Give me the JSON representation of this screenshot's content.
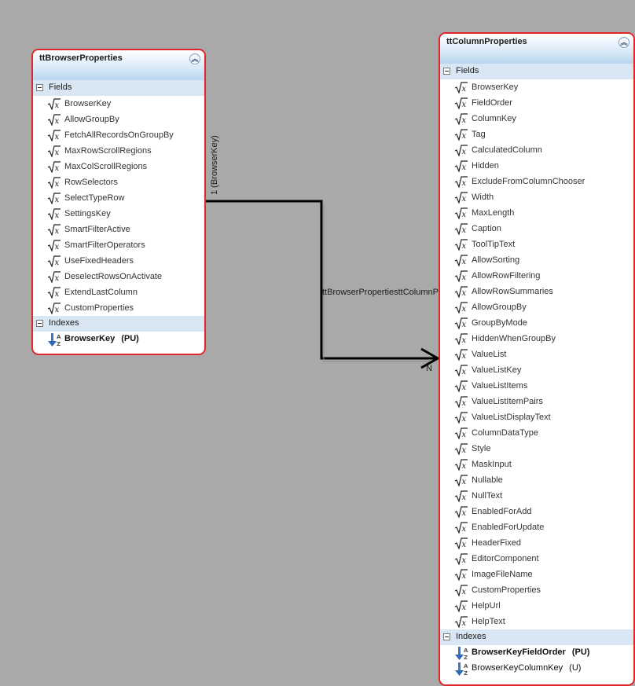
{
  "entities": [
    {
      "title": "ttBrowserProperties",
      "fields_label": "Fields",
      "indexes_label": "Indexes",
      "fields": [
        "BrowserKey",
        "AllowGroupBy",
        "FetchAllRecordsOnGroupBy",
        "MaxRowScrollRegions",
        "MaxColScrollRegions",
        "RowSelectors",
        "SelectTypeRow",
        "SettingsKey",
        "SmartFilterActive",
        "SmartFilterOperators",
        "UseFixedHeaders",
        "DeselectRowsOnActivate",
        "ExtendLastColumn",
        "CustomProperties"
      ],
      "indexes": [
        {
          "name": "BrowserKey",
          "flag": "(PU)",
          "bold": true
        }
      ]
    },
    {
      "title": "ttColumnProperties",
      "fields_label": "Fields",
      "indexes_label": "Indexes",
      "fields": [
        "BrowserKey",
        "FieldOrder",
        "ColumnKey",
        "Tag",
        "CalculatedColumn",
        "Hidden",
        "ExcludeFromColumnChooser",
        "Width",
        "MaxLength",
        "Caption",
        "ToolTipText",
        "AllowSorting",
        "AllowRowFiltering",
        "AllowRowSummaries",
        "AllowGroupBy",
        "GroupByMode",
        "HiddenWhenGroupBy",
        "ValueList",
        "ValueListKey",
        "ValueListItems",
        "ValueListItemPairs",
        "ValueListDisplayText",
        "ColumnDataType",
        "Style",
        "MaskInput",
        "Nullable",
        "NullText",
        "EnabledForAdd",
        "EnabledForUpdate",
        "HeaderFixed",
        "EditorComponent",
        "ImageFileName",
        "CustomProperties",
        "HelpUrl",
        "HelpText"
      ],
      "indexes": [
        {
          "name": "BrowserKeyFieldOrder",
          "flag": "(PU)",
          "bold": true
        },
        {
          "name": "BrowserKeyColumnKey",
          "flag": "(U)",
          "bold": false
        }
      ]
    }
  ],
  "relation": {
    "name": "ttBrowserPropertiesttColumnPrope",
    "source_label": "1 (BrowserKey)",
    "target_label": "N"
  },
  "colors": {
    "border": "#e0262b",
    "background": "#a9a9a9",
    "section": "#d9e6f4",
    "line": "#000000"
  },
  "icons": {
    "field": "square-root-icon",
    "index": "sort-az-icon",
    "collapse": "double-chevron-up-icon"
  }
}
